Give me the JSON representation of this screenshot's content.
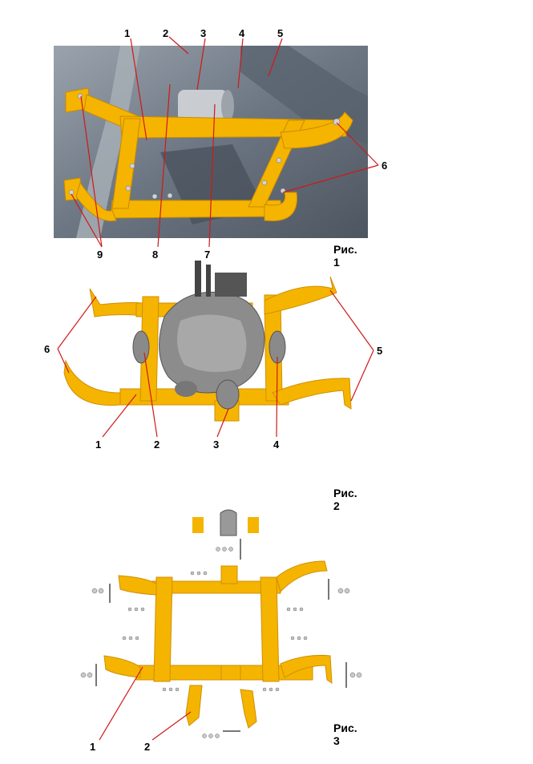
{
  "figures": [
    {
      "caption": "Рис. 1",
      "callouts": [
        "1",
        "2",
        "3",
        "4",
        "5",
        "6",
        "7",
        "8",
        "9"
      ],
      "photo_desc": "frame-mounted-under-vehicle"
    },
    {
      "caption": "Рис. 2",
      "callouts": [
        "1",
        "2",
        "3",
        "4",
        "5",
        "6"
      ],
      "photo_desc": "frame-with-transfer-case"
    },
    {
      "caption": "Рис. 3",
      "callouts": [
        "1",
        "2"
      ],
      "photo_desc": "frame-exploded-kit"
    }
  ],
  "colors": {
    "frame_yellow": "#f5b400",
    "frame_shadow": "#d89200",
    "photo_bg": "#7e8894",
    "leader_red": "#d01818",
    "metal": "#b7b7b7"
  }
}
